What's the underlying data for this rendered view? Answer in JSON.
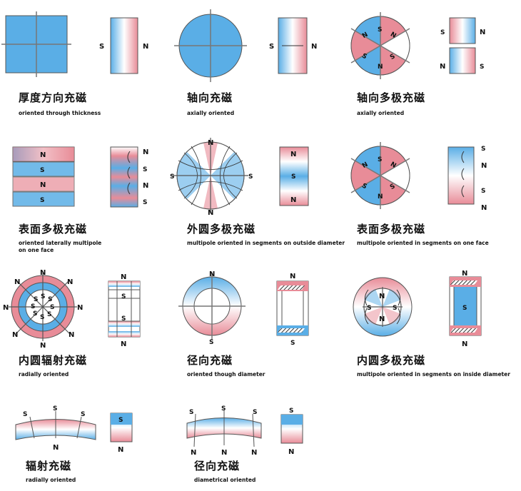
{
  "poles": {
    "n": "N",
    "s": "S"
  },
  "captions": [
    {
      "zh": "厚度方向充磁",
      "en": "oriented through thickness"
    },
    {
      "zh": "轴向充磁",
      "en": "axially oriented"
    },
    {
      "zh": "轴向多极充磁",
      "en": "axially oriented"
    },
    {
      "zh": "表面多极充磁",
      "en": "oriented laterally multipole",
      "en2": "on one face"
    },
    {
      "zh": "外圆多极充磁",
      "en": "multipole oriented in segments on outside diameter"
    },
    {
      "zh": "表面多极充磁",
      "en": "multipole oriented in segments on one face"
    },
    {
      "zh": "内圆辐射充磁",
      "en": "radially oriented"
    },
    {
      "zh": "径向充磁",
      "en": "oriented though diameter"
    },
    {
      "zh": "内圆多极充磁",
      "en": "multipole oriented in segments on inside diameter"
    },
    {
      "zh": "辐射充磁",
      "en": "radially oriented"
    },
    {
      "zh": "径向充磁",
      "en": "diametrical oriented"
    }
  ],
  "colors": {
    "blue": "#5aaee6",
    "pink": "#e88c98",
    "line": "#555555",
    "text": "#111111"
  }
}
